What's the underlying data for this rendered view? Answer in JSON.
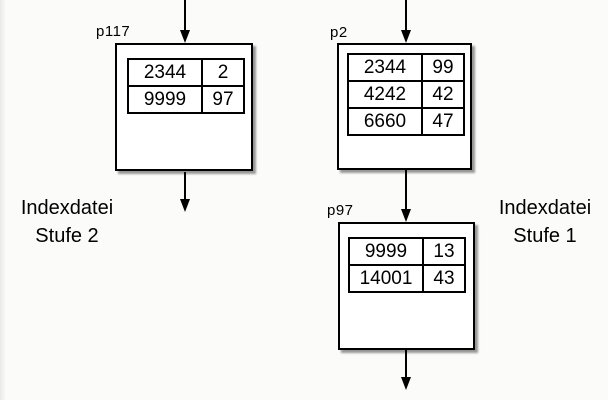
{
  "diagram": {
    "type": "index-file-structure",
    "captions": {
      "left": {
        "line1": "Indexdatei",
        "line2": "Stufe 2"
      },
      "right": {
        "line1": "Indexdatei",
        "line2": "Stufe 1"
      }
    },
    "nodes": [
      {
        "id": "p117",
        "label": "p117",
        "rows": [
          [
            "2344",
            "2"
          ],
          [
            "9999",
            "97"
          ]
        ]
      },
      {
        "id": "p2",
        "label": "p2",
        "rows": [
          [
            "2344",
            "99"
          ],
          [
            "4242",
            "42"
          ],
          [
            "6660",
            "47"
          ]
        ]
      },
      {
        "id": "p97",
        "label": "p97",
        "rows": [
          [
            "9999",
            "13"
          ],
          [
            "14001",
            "43"
          ]
        ]
      }
    ],
    "colors": {
      "line": "#000000",
      "box_fill": "#ffffff",
      "text": "#000000",
      "background": "#fbfbf9",
      "shadow": "rgba(0,0,0,0.40)"
    }
  }
}
